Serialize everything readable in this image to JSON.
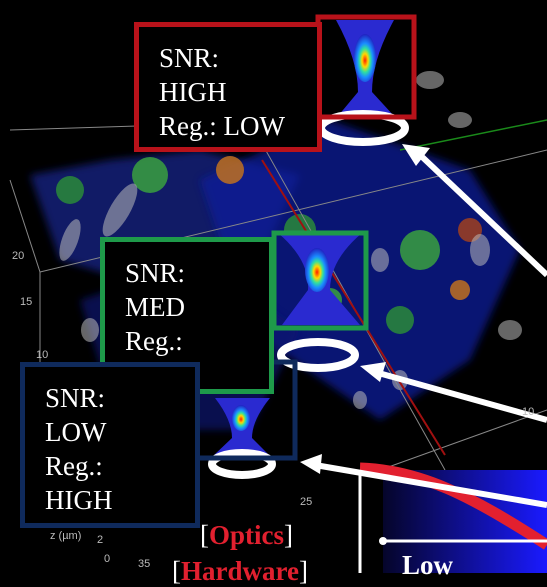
{
  "boxes": {
    "red": {
      "line1": "SNR:",
      "line2": "HIGH",
      "line3": "Reg.: LOW"
    },
    "green": {
      "line1": "SNR:",
      "line2": "MED",
      "line3": "Reg.:"
    },
    "navy": {
      "line1": "SNR:",
      "line2": "LOW",
      "line3": "Reg.:",
      "line4": "HIGH"
    }
  },
  "axis_ticks": {
    "t20": "20",
    "t15": "15",
    "t10": "10",
    "t25": "25",
    "t10r": "10",
    "t2": "2",
    "t0": "0",
    "t35": "35",
    "z_label": "z (µm)"
  },
  "bottom_labels": {
    "bracket1_open": "[",
    "bracket1_word": "Optics",
    "bracket1_close": "]",
    "bracket2_open": "[",
    "bracket2_word": "Hardware",
    "bracket2_close": "]",
    "low": "Low"
  },
  "colors": {
    "red_frame": "#b8121a",
    "green_frame": "#1e9a4a",
    "navy_frame": "#0f2a5c",
    "accent_red": "#e2202f"
  }
}
